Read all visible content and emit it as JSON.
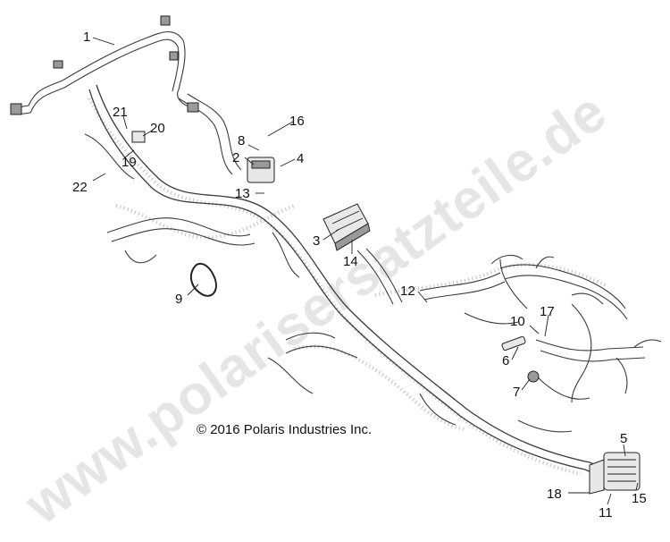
{
  "copyright": "© 2016 Polaris Industries Inc.",
  "watermark": "www.polarisersatzteile.de",
  "callouts": {
    "c1": "1",
    "c2": "2",
    "c3": "3",
    "c4": "4",
    "c5": "5",
    "c6": "6",
    "c7": "7",
    "c8": "8",
    "c9": "9",
    "c10": "10",
    "c11": "11",
    "c12": "12",
    "c13": "13",
    "c14": "14",
    "c15": "15",
    "c16": "16",
    "c17": "17",
    "c18": "18",
    "c19": "19",
    "c20": "20",
    "c21": "21",
    "c22": "22"
  }
}
